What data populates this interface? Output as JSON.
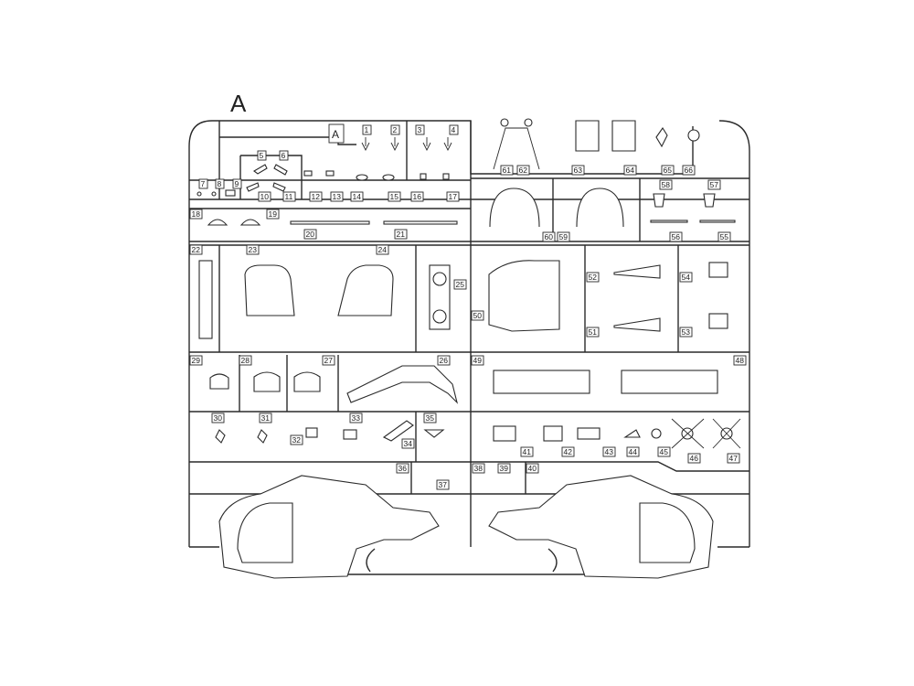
{
  "sprue": {
    "letter": "A",
    "tag_letter": "A",
    "parts": [
      "1",
      "2",
      "3",
      "4",
      "5",
      "6",
      "7",
      "8",
      "9",
      "10",
      "11",
      "12",
      "13",
      "14",
      "15",
      "16",
      "17",
      "18",
      "19",
      "20",
      "21",
      "22",
      "23",
      "24",
      "25",
      "26",
      "27",
      "28",
      "29",
      "30",
      "31",
      "32",
      "33",
      "34",
      "35",
      "36",
      "37",
      "38",
      "39",
      "40",
      "41",
      "42",
      "43",
      "44",
      "45",
      "46",
      "47",
      "48",
      "49",
      "50",
      "51",
      "52",
      "53",
      "54",
      "55",
      "56",
      "57",
      "58",
      "59",
      "60",
      "61",
      "62",
      "63",
      "64",
      "65",
      "66"
    ]
  }
}
